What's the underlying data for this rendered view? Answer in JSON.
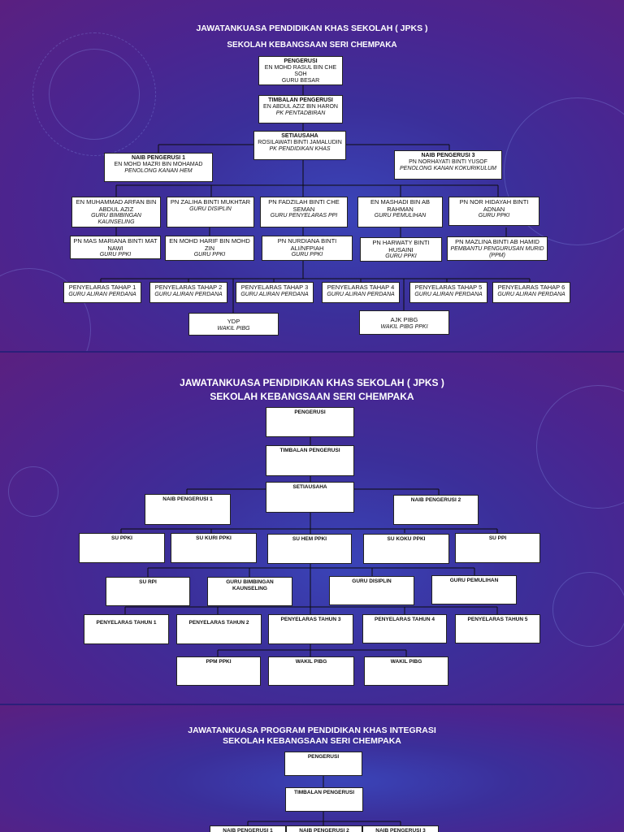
{
  "slides": [
    {
      "title1": "JAWATANKUASA PENDIDIKAN KHAS SEKOLAH ( JPKS )",
      "title2": "SEKOLAH KEBANGSAAN SERI CHEMPAKA",
      "boxes": [
        {
          "role": "PENGERUSI",
          "name": "EN MOHD RASUL BIN CHE SOH",
          "desc": "GURU BESAR"
        },
        {
          "role": "TIMBALAN PENGERUSI",
          "name": "EN ABDUL AZIZ BIN HARON",
          "desc": "PK PENTADBIRAN"
        },
        {
          "role": "SETIAUSAHA",
          "name": "ROSILAWATI BINTI JAMALUDIN",
          "desc": "PK PENDIDIKAN KHAS"
        },
        {
          "role": "NAIB PENGERUSI 1",
          "name": "EN MOHD MAZRI BIN MOHAMAD",
          "desc": "PENOLONG KANAN HEM"
        },
        {
          "role": "NAIB PENGERUSI 3",
          "name": "PN NORHAYATI BINTI YUSOF",
          "desc": "PENOLONG KANAN KOKURIKULUM"
        },
        {
          "role": "",
          "name": "EN MUHAMMAD ARFAN BIN ABDUL AZIZ",
          "desc": "GURU BIMBINGAN KAUNSELING"
        },
        {
          "role": "",
          "name": "PN ZALIHA BINTI MUKHTAR",
          "desc": "GURU DISIPLIN"
        },
        {
          "role": "",
          "name": "PN FADZILAH BINTI CHE SEMAN",
          "desc": "GURU PENYELARAS PPI"
        },
        {
          "role": "",
          "name": "EN MASHADI BIN AB RAHMAN",
          "desc": "GURU PEMULIHAN"
        },
        {
          "role": "",
          "name": "PN NOR HIDAYAH BINTI ADNAN",
          "desc": "GURU PPKI"
        },
        {
          "role": "",
          "name": "PN MAS MARIANA BINTI MAT NAWI",
          "desc": "GURU PPKI"
        },
        {
          "role": "",
          "name": "EN MOHD HARIF BIN MOHD ZIN",
          "desc": "GURU PPKI"
        },
        {
          "role": "",
          "name": "PN NURDIANA BINTI ALI/NFPIAH",
          "desc": "GURU PPKI"
        },
        {
          "role": "",
          "name": "PN HARWATY BINTI HUSAINI",
          "desc": "GURU PPKI"
        },
        {
          "role": "",
          "name": "PN MAZLINA BINTI AB HAMID",
          "desc": "PEMBANTU PENGURUSAN MURID (PPM)"
        },
        {
          "role": "",
          "name": "PENYELARAS TAHAP 1",
          "desc": "GURU ALIRAN PERDANA"
        },
        {
          "role": "",
          "name": "PENYELARAS TAHAP 2",
          "desc": "GURU ALIRAN PERDANA"
        },
        {
          "role": "",
          "name": "PENYELARAS TAHAP 3",
          "desc": "GURU ALIRAN PERDANA"
        },
        {
          "role": "",
          "name": "PENYELARAS TAHAP 4",
          "desc": "GURU ALIRAN PERDANA"
        },
        {
          "role": "",
          "name": "PENYELARAS TAHAP 5",
          "desc": "GURU ALIRAN PERDANA"
        },
        {
          "role": "",
          "name": "PENYELARAS TAHAP 6",
          "desc": "GURU ALIRAN PERDANA"
        },
        {
          "role": "",
          "name": "YDP",
          "desc": "WAKIL PIBG"
        },
        {
          "role": "",
          "name": "AJK PIBG",
          "desc": "WAKIL PIBG PPKI"
        }
      ]
    },
    {
      "title1": "JAWATANKUASA PENDIDIKAN KHAS SEKOLAH ( JPKS )",
      "title2": "SEKOLAH KEBANGSAAN SERI CHEMPAKA",
      "boxes": [
        {
          "role": "PENGERUSI"
        },
        {
          "role": "TIMBALAN PENGERUSI"
        },
        {
          "role": "SETIAUSAHA"
        },
        {
          "role": "NAIB PENGERUSI 1"
        },
        {
          "role": "NAIB PENGERUSI 2"
        },
        {
          "role": "SU PPKI"
        },
        {
          "role": "SU KURI PPKI"
        },
        {
          "role": "SU HEM PPKI"
        },
        {
          "role": "SU KOKU PPKI"
        },
        {
          "role": "SU PPI"
        },
        {
          "role": "SU RPI"
        },
        {
          "role": "GURU BIMBINGAN KAUNSELING"
        },
        {
          "role": "GURU DISIPLIN"
        },
        {
          "role": "GURU PEMULIHAN"
        },
        {
          "role": "PENYELARAS TAHUN 1"
        },
        {
          "role": "PENYELARAS TAHUN 2"
        },
        {
          "role": "PENYELARAS TAHUN 3"
        },
        {
          "role": "PENYELARAS TAHUN 4"
        },
        {
          "role": "PENYELARAS TAHUN 5"
        },
        {
          "role": "PPM PPKI"
        },
        {
          "role": "WAKIL PIBG"
        },
        {
          "role": "WAKIL PIBG"
        }
      ]
    },
    {
      "title1": "JAWATANKUASA PROGRAM PENDIDIKAN KHAS INTEGRASI",
      "title2": "SEKOLAH KEBANGSAAN SERI CHEMPAKA",
      "boxes": [
        {
          "role": "PENGERUSI"
        },
        {
          "role": "TIMBALAN PENGERUSI"
        },
        {
          "role": "NAIB PENGERUSI 1"
        },
        {
          "role": "NAIB PENGERUSI 2"
        },
        {
          "role": "NAIB PENGERUSI 3"
        }
      ]
    }
  ]
}
